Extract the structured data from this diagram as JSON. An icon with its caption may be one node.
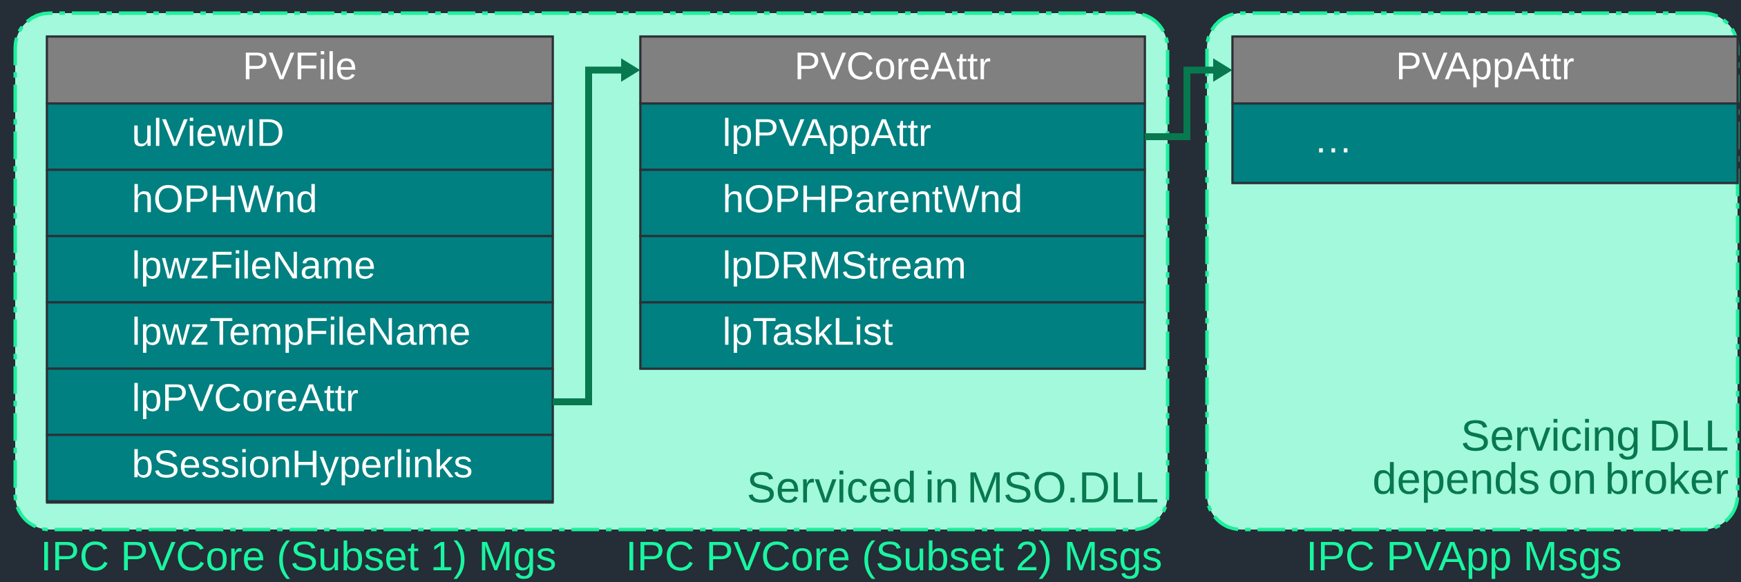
{
  "diagram": {
    "nodes": [
      {
        "text": [
          "Serviced in MSO.DLL"
        ]
      },
      {
        "text": [
          "PVFile"
        ],
        "in": 0
      },
      {
        "text": [
          "ulViewID"
        ],
        "in": 1
      },
      {
        "text": [
          "hOPHWnd"
        ],
        "in": 1
      },
      {
        "text": [
          "lpwzFileName"
        ],
        "in": 1
      },
      {
        "text": [
          "lpwzTempFileName"
        ],
        "in": 1
      },
      {
        "text": [
          "lpPVCoreAttr"
        ],
        "in": 1
      },
      {
        "text": [
          "bSessionHyperlinks"
        ],
        "in": 1
      },
      {
        "text": [
          "PVCoreAttr"
        ],
        "in": 0
      },
      {
        "text": [
          "lpPVAppAttr"
        ],
        "in": 8
      },
      {
        "text": [
          "hOPHParentWnd"
        ],
        "in": 8
      },
      {
        "text": [
          "lpDRMStream"
        ],
        "in": 8
      },
      {
        "text": [
          "lpTaskList"
        ],
        "in": 8
      },
      {
        "text": [
          "Servicing DLL depends on broker"
        ]
      },
      {
        "text": [
          "PVAppAttr"
        ],
        "in": 13
      },
      {
        "text": [
          "…"
        ],
        "in": 14
      }
    ],
    "edges": [
      {
        "from": 6,
        "to": 8,
        "arrow": "to"
      },
      {
        "from": 9,
        "to": 14,
        "arrow": "to"
      }
    ],
    "labels": [
      "IPC PVCore (Subset 1) Mgs",
      "IPC PVCore (Subset 2) Msgs",
      "IPC PVApp Msgs"
    ]
  }
}
